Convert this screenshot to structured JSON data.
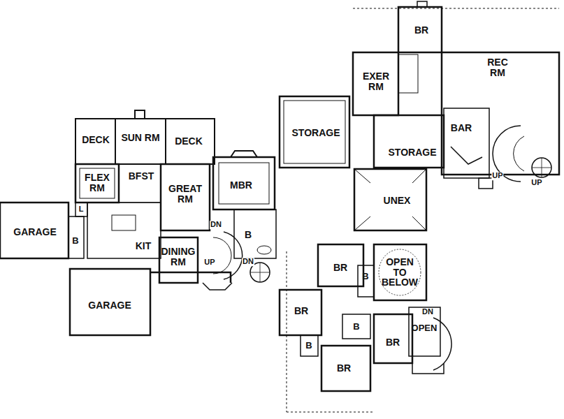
{
  "diagram": {
    "nodes": [
      {
        "text": [
          "DECK"
        ]
      },
      {
        "text": [
          "SUN RM"
        ]
      },
      {
        "text": [
          "DECK"
        ]
      },
      {
        "text": [
          "FLEX RM"
        ]
      },
      {
        "text": [
          "BFST"
        ]
      },
      {
        "text": [
          "GREAT RM"
        ]
      },
      {
        "text": [
          "MBR"
        ]
      },
      {
        "text": [
          "L"
        ]
      },
      {
        "text": [
          "B"
        ]
      },
      {
        "text": [
          "GARAGE"
        ]
      },
      {
        "text": [
          "KIT"
        ]
      },
      {
        "text": [
          "B"
        ]
      },
      {
        "text": [
          "DINING RM"
        ]
      },
      {
        "text": [
          "GARAGE"
        ]
      },
      {
        "text": [
          "BR"
        ]
      },
      {
        "text": [
          "EXER RM"
        ]
      },
      {
        "text": [
          "REC RM"
        ]
      },
      {
        "text": [
          "STORAGE"
        ]
      },
      {
        "text": [
          "STORAGE"
        ]
      },
      {
        "text": [
          "BAR"
        ]
      },
      {
        "text": [
          "UNEX"
        ]
      },
      {
        "text": [
          "BR"
        ]
      },
      {
        "text": [
          "B"
        ]
      },
      {
        "text": [
          "OPEN TO BELOW"
        ]
      },
      {
        "text": [
          "BR"
        ]
      },
      {
        "text": [
          "B"
        ]
      },
      {
        "text": [
          "OPEN"
        ]
      },
      {
        "text": [
          "B"
        ]
      },
      {
        "text": [
          "BR"
        ]
      },
      {
        "text": [
          "BR"
        ]
      }
    ],
    "labels": [
      "DN",
      "UP",
      "DN",
      "UP",
      "UP",
      "DN"
    ]
  }
}
